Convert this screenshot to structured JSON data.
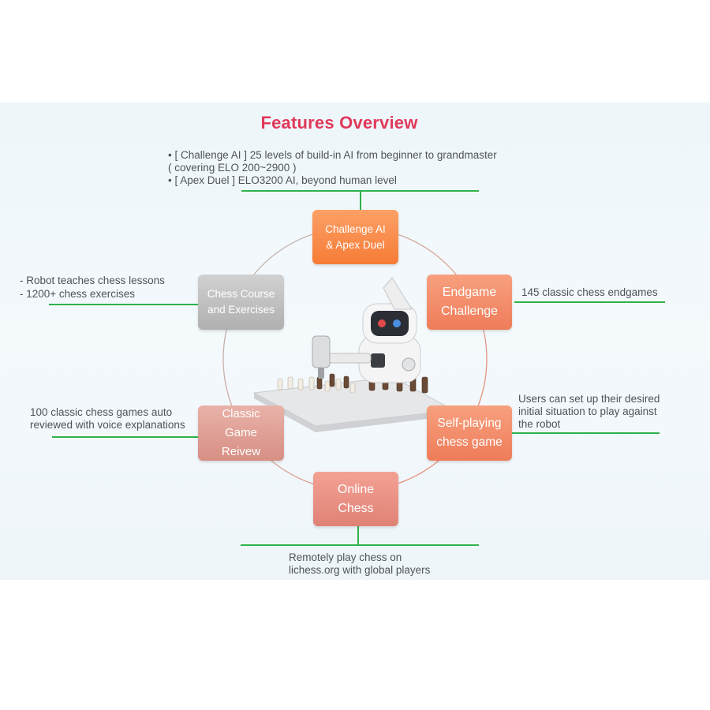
{
  "title": "Features Overview",
  "top_note": {
    "line1": "•      [ Challenge AI ] 25 levels of build-in AI from beginner to grandmaster",
    "line2": "( covering ELO 200~2900 )",
    "line3": "•      [ Apex Duel ] ELO3200 AI, beyond human level"
  },
  "left_note": {
    "line1": "-      Robot teaches chess lessons",
    "line2": "-      1200+ chess exercises"
  },
  "endgame_note": "145 classic chess endgames",
  "selfplay_note": {
    "line1": "Users can set up their desired",
    "line2": "initial situation to play against",
    "line3": "the robot"
  },
  "classic_note": {
    "line1": "100 classic chess games auto",
    "line2": "reviewed with voice explanations"
  },
  "online_note": {
    "line1": "Remotely play chess on",
    "line2": "lichess.org with global players"
  },
  "boxes": {
    "challenge": {
      "line1": "Challenge AI",
      "line2": "& Apex Duel"
    },
    "endgame": {
      "line1": "Endgame",
      "line2": "Challenge"
    },
    "course": {
      "line1": "Chess Course",
      "line2": "and Exercises"
    },
    "selfplay": {
      "line1": "Self-playing",
      "line2": "chess game"
    },
    "classic": {
      "line1": "Classic",
      "line2": "Game",
      "line3": "Reivew"
    },
    "online": {
      "line1": "Online",
      "line2": "Chess"
    }
  },
  "colors": {
    "title": "#e0395a",
    "connector": "#2fb24b",
    "challenge_box": "#f67c36",
    "endgame_box": "#ef7c59",
    "course_box": "#b0b0b0",
    "selfplay_box": "#ef7c59",
    "classic_box": "#d78f84",
    "online_box": "#e08276"
  }
}
